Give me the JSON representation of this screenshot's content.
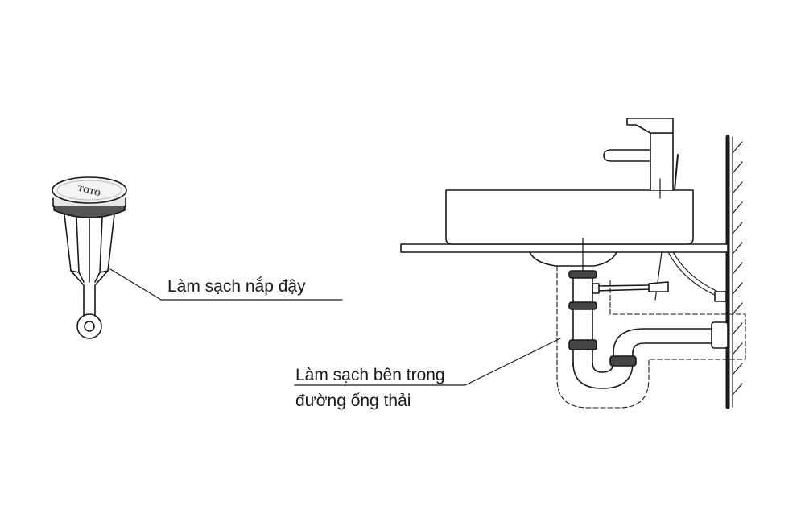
{
  "stopper": {
    "brand": "TOTO",
    "label": "Làm sạch nắp đậy"
  },
  "drain": {
    "label_line1": "Làm sạch bên trong",
    "label_line2": "đường ống thải"
  },
  "colors": {
    "line": "#1a1a1a",
    "background": "#ffffff"
  }
}
